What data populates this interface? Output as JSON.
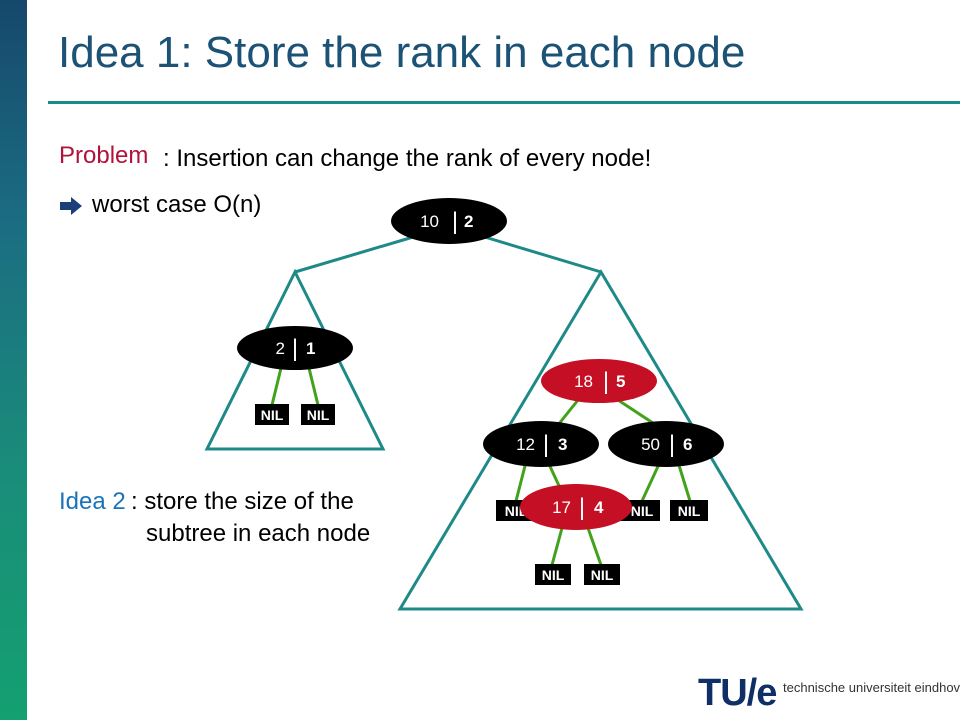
{
  "title": "Idea 1: Store the rank in each node",
  "problem": {
    "label": "Problem",
    "text": ": Insertion can change the rank of every node!"
  },
  "consequence": {
    "icon": "right-arrow-icon",
    "text": "worst case O(n)"
  },
  "idea2": {
    "label": "Idea 2",
    "line1": ": store the size of the",
    "line2": "subtree in each node"
  },
  "tree": {
    "nodes": [
      {
        "key": "10",
        "rank": "2",
        "color": "black"
      },
      {
        "key": "2",
        "rank": "1",
        "color": "black"
      },
      {
        "key": "18",
        "rank": "5",
        "color": "red"
      },
      {
        "key": "12",
        "rank": "3",
        "color": "black"
      },
      {
        "key": "50",
        "rank": "6",
        "color": "black"
      },
      {
        "key": "17",
        "rank": "4",
        "color": "red"
      }
    ],
    "nil_label": "NIL",
    "separator": "|"
  },
  "colors": {
    "title": "#1b5275",
    "problem_label": "#b1123c",
    "idea2_label": "#1a73b9",
    "rule": "#1e8a88",
    "red_node": "#c40f24",
    "black_node": "#000000",
    "edge": "#43a21c",
    "triangle": "#1e8a88"
  },
  "logo": {
    "mark": "TU/e",
    "text": "technische universiteit eindhoven"
  }
}
